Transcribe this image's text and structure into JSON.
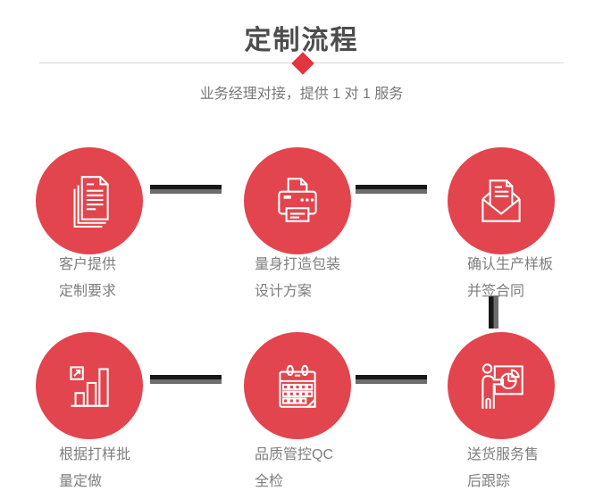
{
  "page": {
    "title": "定制流程",
    "subtitle": "业务经理对接，提供 1 对 1 服务"
  },
  "colors": {
    "circle_red": "#e2454d",
    "diamond_red": "#e2353f",
    "title_gray": "#4d4d4d",
    "label_gray": "#7e7e7e",
    "divider_gray": "#d8d8d8",
    "connector_black": "#181818",
    "connector_gray": "#6d6d6d",
    "icon_stroke": "#ffffff"
  },
  "steps": [
    {
      "icon": "documents-icon",
      "label_line1": "客户提供",
      "label_line2": "定制要求"
    },
    {
      "icon": "printer-icon",
      "label_line1": "量身打造包装",
      "label_line2": "设计方案"
    },
    {
      "icon": "envelope-icon",
      "label_line1": "确认生产样板",
      "label_line2": "并签合同"
    },
    {
      "icon": "bar-chart-icon",
      "label_line1": "根据打样批",
      "label_line2": "量定做"
    },
    {
      "icon": "calendar-icon",
      "label_line1": "品质管控QC",
      "label_line2": "全检"
    },
    {
      "icon": "presenter-icon",
      "label_line1": "送货服务售",
      "label_line2": "后跟踪"
    }
  ]
}
